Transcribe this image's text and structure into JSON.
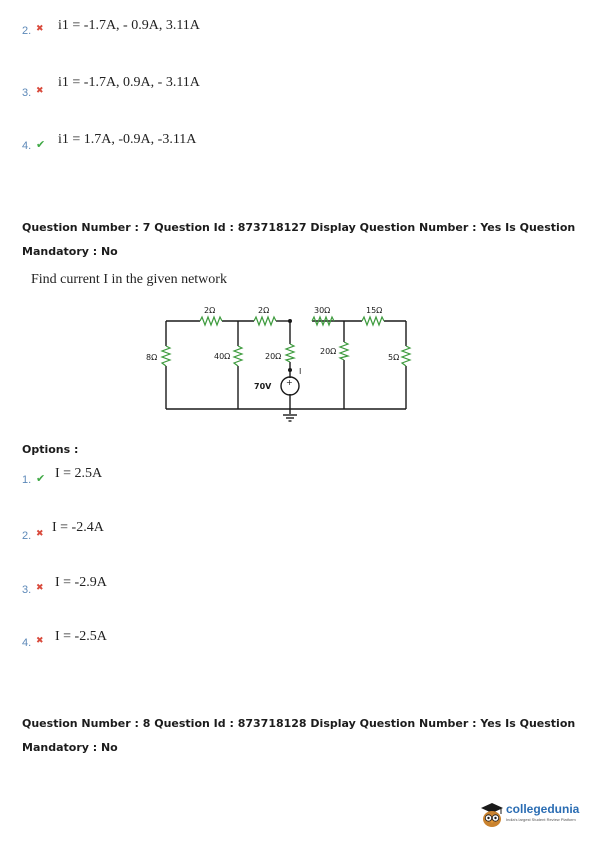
{
  "prev_options": [
    {
      "num": "2.",
      "text": "i1 = -1.7A, - 0.9A, 3.11A",
      "status": "wrong"
    },
    {
      "num": "3.",
      "text": "i1 = -1.7A, 0.9A, - 3.11A",
      "status": "wrong"
    },
    {
      "num": "4.",
      "text": "i1 = 1.7A, -0.9A, -3.11A",
      "status": "correct"
    }
  ],
  "q7": {
    "header_line1": "Question Number : 7 Question Id : 873718127 Display Question Number : Yes Is Question",
    "header_line2": "Mandatory : No",
    "question_text": "Find current I in the given network",
    "options_label": "Options :",
    "options": [
      {
        "num": "1.",
        "text": "I = 2.5A",
        "status": "correct"
      },
      {
        "num": "2.",
        "text": "I = -2.4A",
        "status": "wrong"
      },
      {
        "num": "3.",
        "text": "I = -2.9A",
        "status": "wrong"
      },
      {
        "num": "4.",
        "text": "I = -2.5A",
        "status": "wrong"
      }
    ]
  },
  "circuit": {
    "top_resistors": [
      "2Ω",
      "2Ω",
      "30Ω",
      "15Ω"
    ],
    "shunt_resistors": [
      "8Ω",
      "40Ω",
      "20Ω",
      "20Ω",
      "5Ω"
    ],
    "source_label": "70V",
    "source_plus": "+",
    "current_label": "I"
  },
  "q8": {
    "header_line1": "Question Number : 8 Question Id : 873718128 Display Question Number : Yes Is Question",
    "header_line2": "Mandatory : No"
  },
  "logo": {
    "name": "collegedunia",
    "tagline": "India's largest Student Review Platform"
  },
  "marks": {
    "wrong": "✖",
    "correct": "✔"
  },
  "colors": {
    "correct": "#3ea844",
    "wrong": "#d94a3c",
    "number": "#5c88b8",
    "resistor": "#3c9a3c"
  }
}
